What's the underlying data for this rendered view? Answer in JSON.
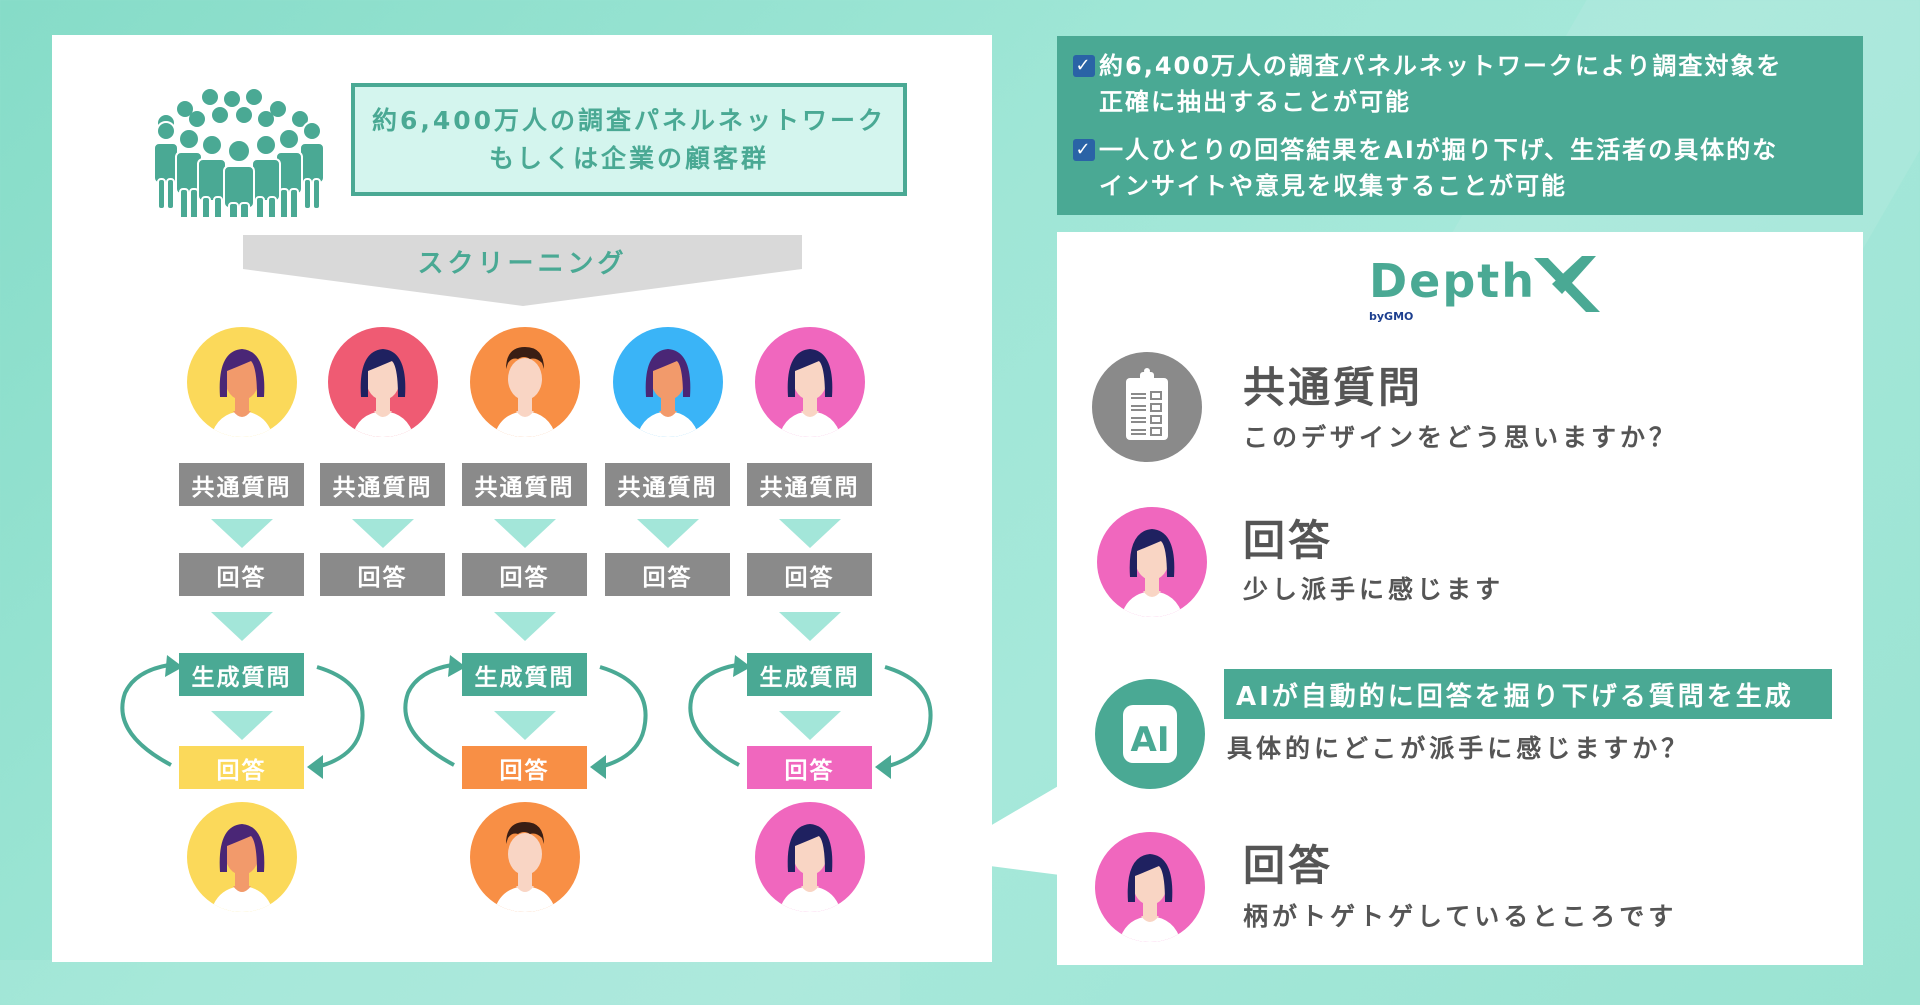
{
  "background": {
    "color": "#9fe6d6"
  },
  "left_panel": {
    "header": {
      "line1": "約6,400万人の調査パネルネットワーク",
      "line2": "もしくは企業の顧客群",
      "icon": "crowd-icon"
    },
    "screening_label": "スクリーニング",
    "respondents": [
      {
        "color": "#fbd95a",
        "hair": "#4a2676",
        "skin": "#f29a6b"
      },
      {
        "color": "#ef5b73",
        "hair": "#1f2160",
        "skin": "#f9d5c4"
      },
      {
        "color": "#f88f45",
        "hair": "#3a1e14",
        "skin": "#f9d5c4"
      },
      {
        "color": "#3ab4f7",
        "hair": "#4a2676",
        "skin": "#f29a6b"
      },
      {
        "color": "#f067be",
        "hair": "#1f2160",
        "skin": "#f9d5c4"
      }
    ],
    "common_question_label": "共通質問",
    "answer_label": "回答",
    "generated_question_label": "生成質問",
    "deep_dive": [
      {
        "answer_label": "回答",
        "answer_color": "#fbd95a",
        "avatar_index": 0
      },
      {
        "answer_label": "回答",
        "answer_color": "#f88f45",
        "avatar_index": 2
      },
      {
        "answer_label": "回答",
        "answer_color": "#f067be",
        "avatar_index": 4
      }
    ]
  },
  "top_banner": {
    "bullets": [
      {
        "line1": "約6,400万人の調査パネルネットワークにより調査対象を",
        "line2": "正確に抽出することが可能"
      },
      {
        "line1": "一人ひとりの回答結果をAIが掘り下げ、生活者の具体的な",
        "line2": "インサイトや意見を収集することが可能"
      }
    ],
    "check_glyph": "✓"
  },
  "right_panel": {
    "logo": {
      "text": "Depth",
      "mark": "X",
      "by": "byGMO"
    },
    "conversation": [
      {
        "type": "common-question",
        "title": "共通質問",
        "text": "このデザインをどう思いますか？",
        "icon": "clipboard-icon"
      },
      {
        "type": "answer",
        "title": "回答",
        "text": "少し派手に感じます",
        "icon": "respondent-avatar"
      },
      {
        "type": "ai-question",
        "label": "AIが自動的に回答を掘り下げる質問を生成",
        "text": "具体的にどこが派手に感じますか？",
        "icon": "ai-icon",
        "icon_text": "AI"
      },
      {
        "type": "answer",
        "title": "回答",
        "text": "柄がトゲトゲしているところです",
        "icon": "respondent-avatar"
      }
    ]
  },
  "colors": {
    "teal": "#4aa994",
    "light_teal": "#a3e6d9",
    "gray": "#8a8a8a",
    "text_gray": "#555555",
    "checkbox_blue": "#2a63a6"
  }
}
